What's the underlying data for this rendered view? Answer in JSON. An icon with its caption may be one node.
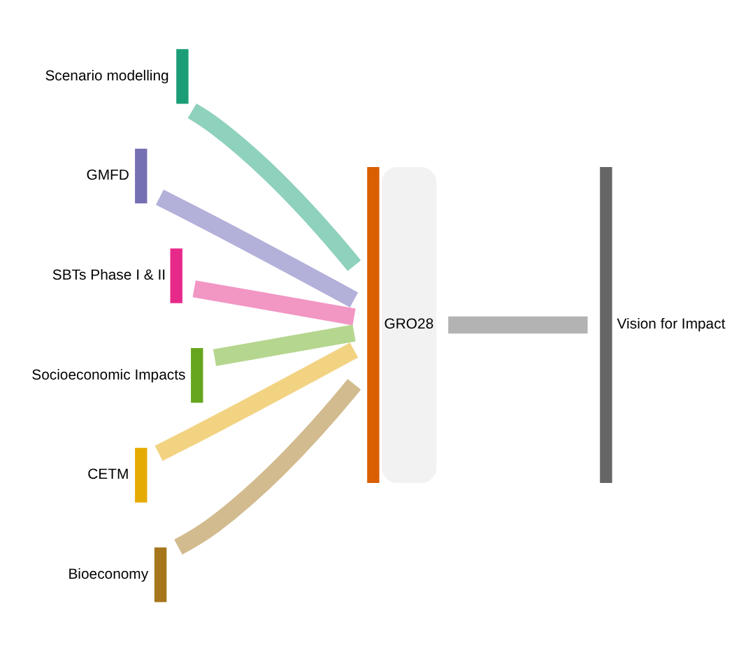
{
  "diagram": {
    "nodes": [
      {
        "text": [
          "Scenario modelling"
        ]
      },
      {
        "text": [
          "GMFD"
        ]
      },
      {
        "text": [
          "SBTs Phase I & II"
        ]
      },
      {
        "text": [
          "Socioeconomic Impacts"
        ]
      },
      {
        "text": [
          "CETM"
        ]
      },
      {
        "text": [
          "Bioeconomy"
        ]
      },
      {
        "text": [
          "GRO28"
        ]
      },
      {
        "text": [
          "Vision for Impact"
        ]
      }
    ],
    "edges": [
      {
        "from": 0,
        "to": 6,
        "arrow": "none",
        "color": "#8ed1bc"
      },
      {
        "from": 1,
        "to": 6,
        "arrow": "none",
        "color": "#b3b0da"
      },
      {
        "from": 2,
        "to": 6,
        "arrow": "none",
        "color": "#f296c4"
      },
      {
        "from": 3,
        "to": 6,
        "arrow": "none",
        "color": "#b5d68e"
      },
      {
        "from": 4,
        "to": 6,
        "arrow": "none",
        "color": "#f2d382"
      },
      {
        "from": 5,
        "to": 6,
        "arrow": "none",
        "color": "#d2bb8e"
      },
      {
        "from": 6,
        "to": 7,
        "arrow": "none",
        "color": "#b3b3b3"
      }
    ]
  }
}
